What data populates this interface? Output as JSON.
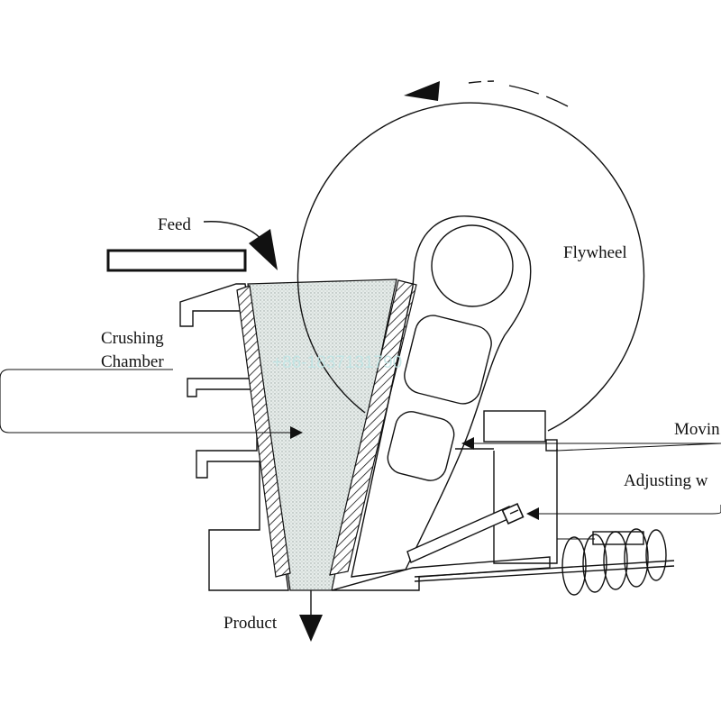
{
  "labels": {
    "feed": "Feed",
    "flywheel": "Flywheel",
    "crushing_line1": "Crushing",
    "crushing_line2": "Chamber",
    "moving": "Movin",
    "adjusting": "Adjusting w",
    "product": "Product"
  },
  "watermark": "+86-1837131790",
  "colors": {
    "line": "#111111",
    "chamber_fill": "#d3dad8",
    "watermark": "#bfe6e6"
  }
}
